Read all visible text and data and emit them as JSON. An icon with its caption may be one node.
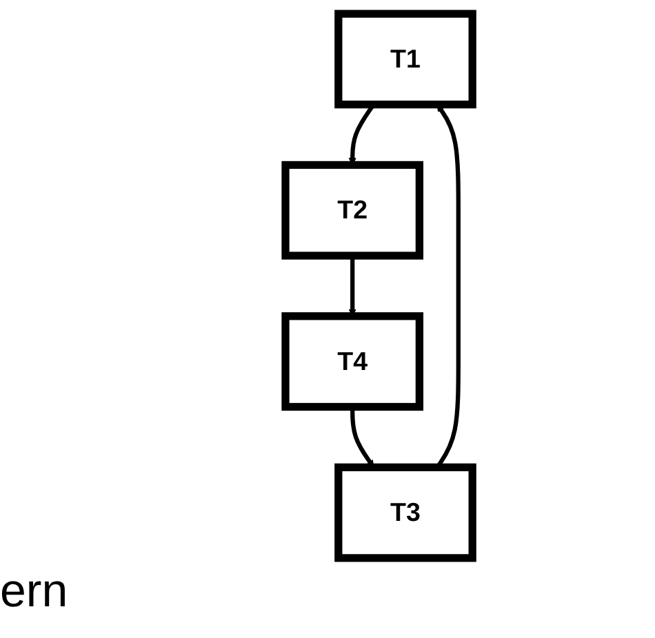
{
  "diagram": {
    "nodes": [
      {
        "text": [
          "T1"
        ]
      },
      {
        "text": [
          "T2"
        ]
      },
      {
        "text": [
          "T3"
        ]
      },
      {
        "text": [
          "T4"
        ]
      }
    ],
    "edges": [
      {
        "from": 0,
        "to": 1,
        "arrow": "to"
      },
      {
        "from": 1,
        "to": 3,
        "arrow": "to"
      },
      {
        "from": 3,
        "to": 2,
        "arrow": "to"
      },
      {
        "from": 2,
        "to": 0,
        "arrow": "to"
      }
    ],
    "labels": [
      "ern"
    ]
  }
}
